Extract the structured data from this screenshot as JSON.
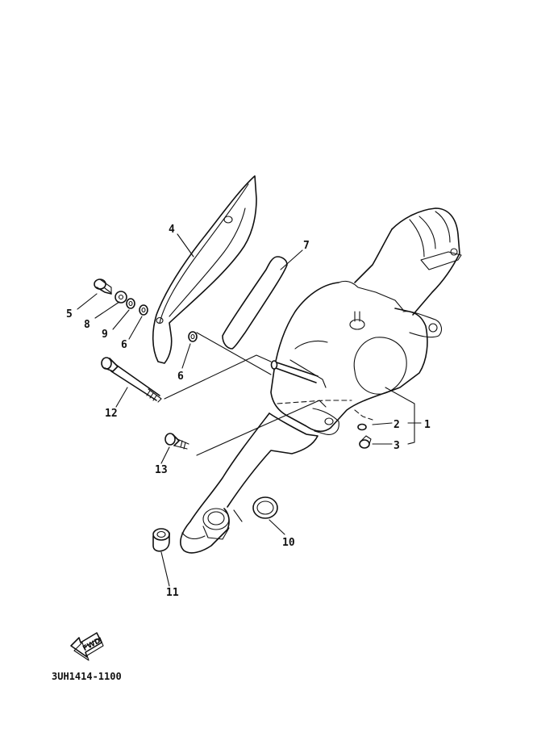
{
  "callouts": {
    "c1": "1",
    "c2": "2",
    "c3": "3",
    "c4": "4",
    "c5": "5",
    "c6a": "6",
    "c6b": "6",
    "c7": "7",
    "c8": "8",
    "c9": "9",
    "c10": "10",
    "c11": "11",
    "c12": "12",
    "c13": "13"
  },
  "fwd_label": "FWD",
  "part_code": "3UH1414-1100",
  "icons": {
    "fwd": "fwd-arrow-icon"
  },
  "colors": {
    "line": "#111111",
    "background": "#ffffff"
  }
}
